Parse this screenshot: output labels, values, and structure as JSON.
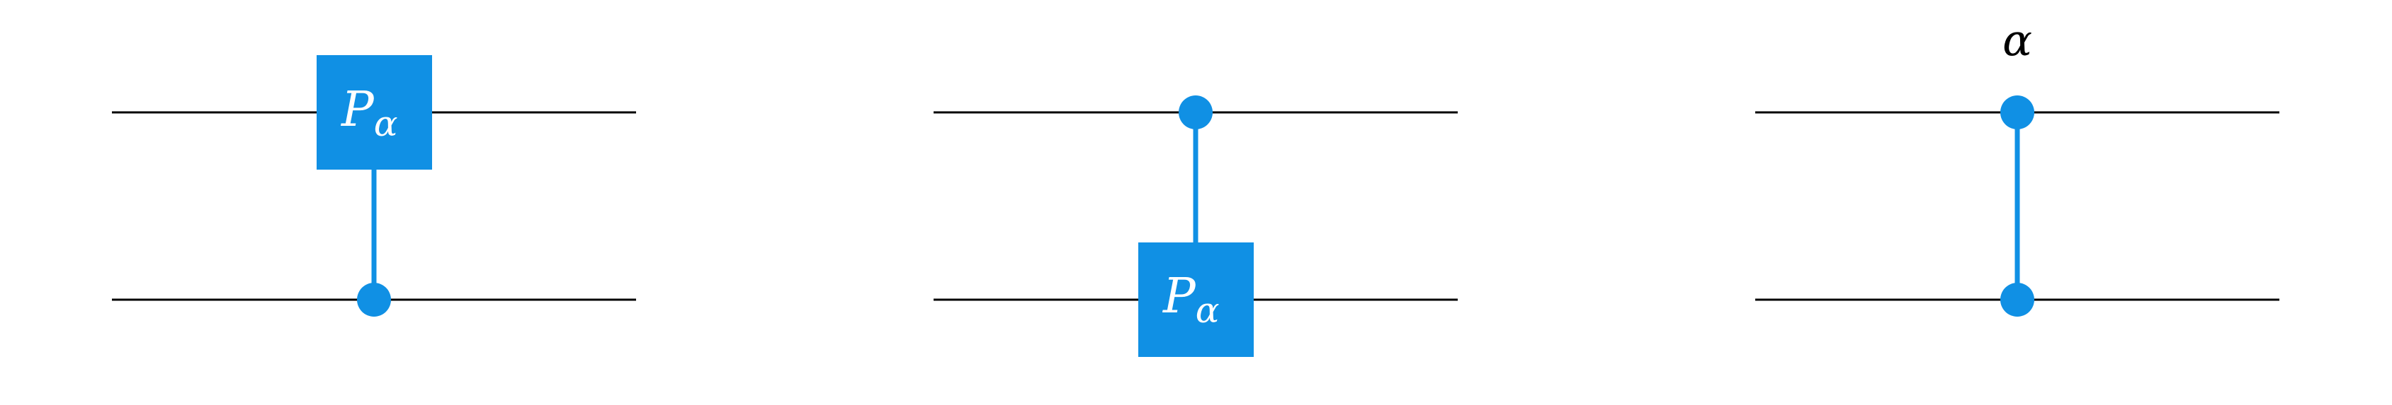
{
  "colors": {
    "accent": "#1090E4",
    "wire": "#000000",
    "background": "#FFFFFF"
  },
  "circuits": [
    {
      "gate": {
        "label_main": "P",
        "label_sub": "α",
        "wire": "top"
      },
      "control": {
        "wire": "bottom"
      }
    },
    {
      "gate": {
        "label_main": "P",
        "label_sub": "α",
        "wire": "bottom"
      },
      "control": {
        "wire": "top"
      }
    },
    {
      "controls": [
        "top",
        "bottom"
      ],
      "parameter": "α"
    }
  ]
}
